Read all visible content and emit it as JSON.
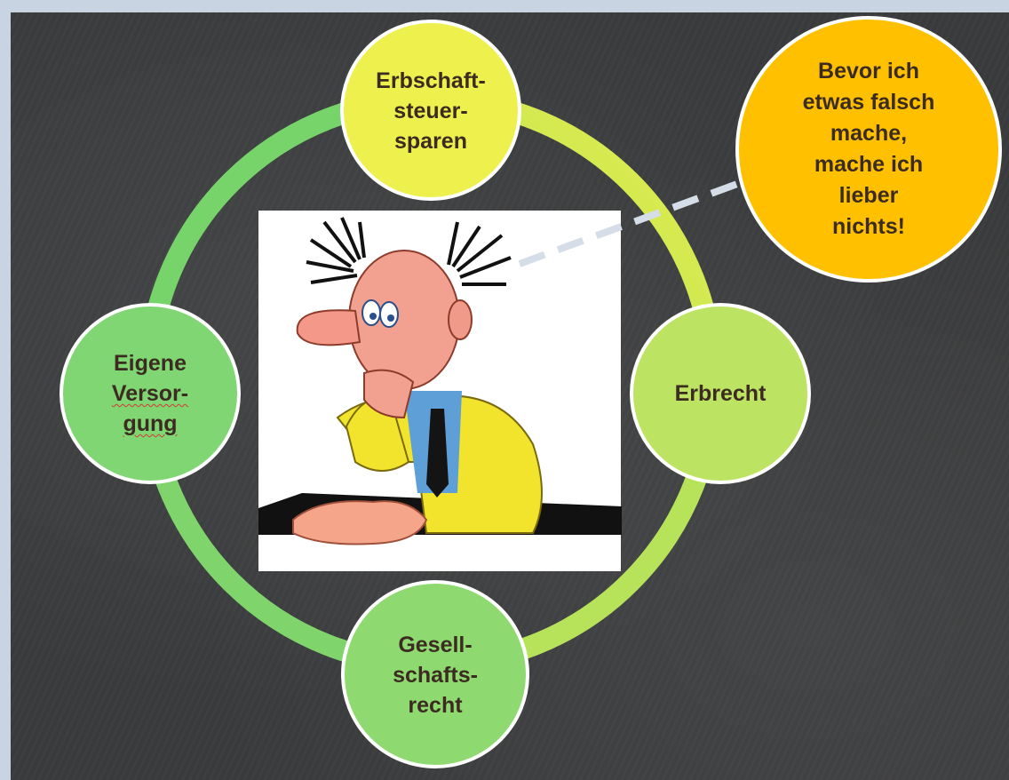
{
  "nodes": {
    "top": "Erbschaft-\nsteuer-\nsparen",
    "right": "Erbrecht",
    "bottom": "Gesell-\nschafts-\nrecht",
    "left_line1": "Eigene",
    "left_line2": "Versor-",
    "left_line3": "gung"
  },
  "speech_bubble": "Bevor ich\netwas falsch\nmache,\nmache ich\nlieber\nnichts!",
  "colors": {
    "ring_top_right": "#d8ea4a",
    "ring_left": "#79d46a",
    "node_top": "#eef04e",
    "node_right": "#bde362",
    "node_bottom": "#8fda70",
    "node_left": "#7fd672",
    "bubble": "#ffc000",
    "text": "#3b2b21"
  },
  "illustration": "confused-man-cartoon"
}
